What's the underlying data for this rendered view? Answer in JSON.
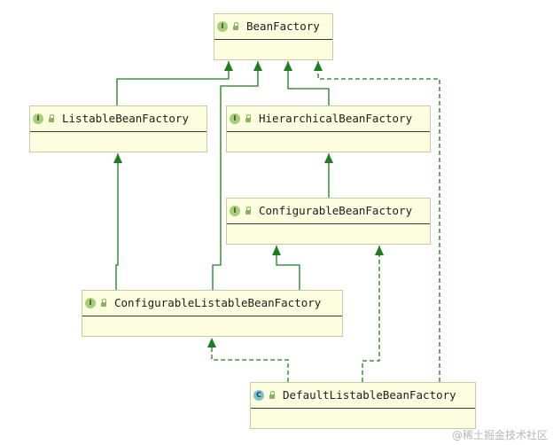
{
  "colors": {
    "edge": "#1e7d1e",
    "node_fill": "#fdfde0",
    "interface_badge": "#a8cc7c",
    "class_badge": "#7fc3cf"
  },
  "nodes": {
    "bean_factory": {
      "badge": "I",
      "kind": "interface",
      "name": "BeanFactory"
    },
    "listable_bean_factory": {
      "badge": "I",
      "kind": "interface",
      "name": "ListableBeanFactory"
    },
    "hierarchical_bean_factory": {
      "badge": "I",
      "kind": "interface",
      "name": "HierarchicalBeanFactory"
    },
    "configurable_bean_factory": {
      "badge": "I",
      "kind": "interface",
      "name": "ConfigurableBeanFactory"
    },
    "configurable_listable_bean_factory": {
      "badge": "I",
      "kind": "interface",
      "name": "ConfigurableListableBeanFactory"
    },
    "default_listable_bean_factory": {
      "badge": "C",
      "kind": "class",
      "name": "DefaultListableBeanFactory"
    }
  },
  "relations": [
    {
      "from": "listable_bean_factory",
      "to": "bean_factory",
      "type": "extends"
    },
    {
      "from": "hierarchical_bean_factory",
      "to": "bean_factory",
      "type": "extends"
    },
    {
      "from": "configurable_bean_factory",
      "to": "hierarchical_bean_factory",
      "type": "extends"
    },
    {
      "from": "configurable_listable_bean_factory",
      "to": "listable_bean_factory",
      "type": "extends"
    },
    {
      "from": "configurable_listable_bean_factory",
      "to": "bean_factory",
      "type": "extends"
    },
    {
      "from": "configurable_listable_bean_factory",
      "to": "configurable_bean_factory",
      "type": "extends"
    },
    {
      "from": "default_listable_bean_factory",
      "to": "configurable_listable_bean_factory",
      "type": "implements"
    },
    {
      "from": "default_listable_bean_factory",
      "to": "configurable_bean_factory",
      "type": "implements"
    },
    {
      "from": "default_listable_bean_factory",
      "to": "bean_factory",
      "type": "implements"
    }
  ],
  "watermark": "@稀土掘金技术社区"
}
